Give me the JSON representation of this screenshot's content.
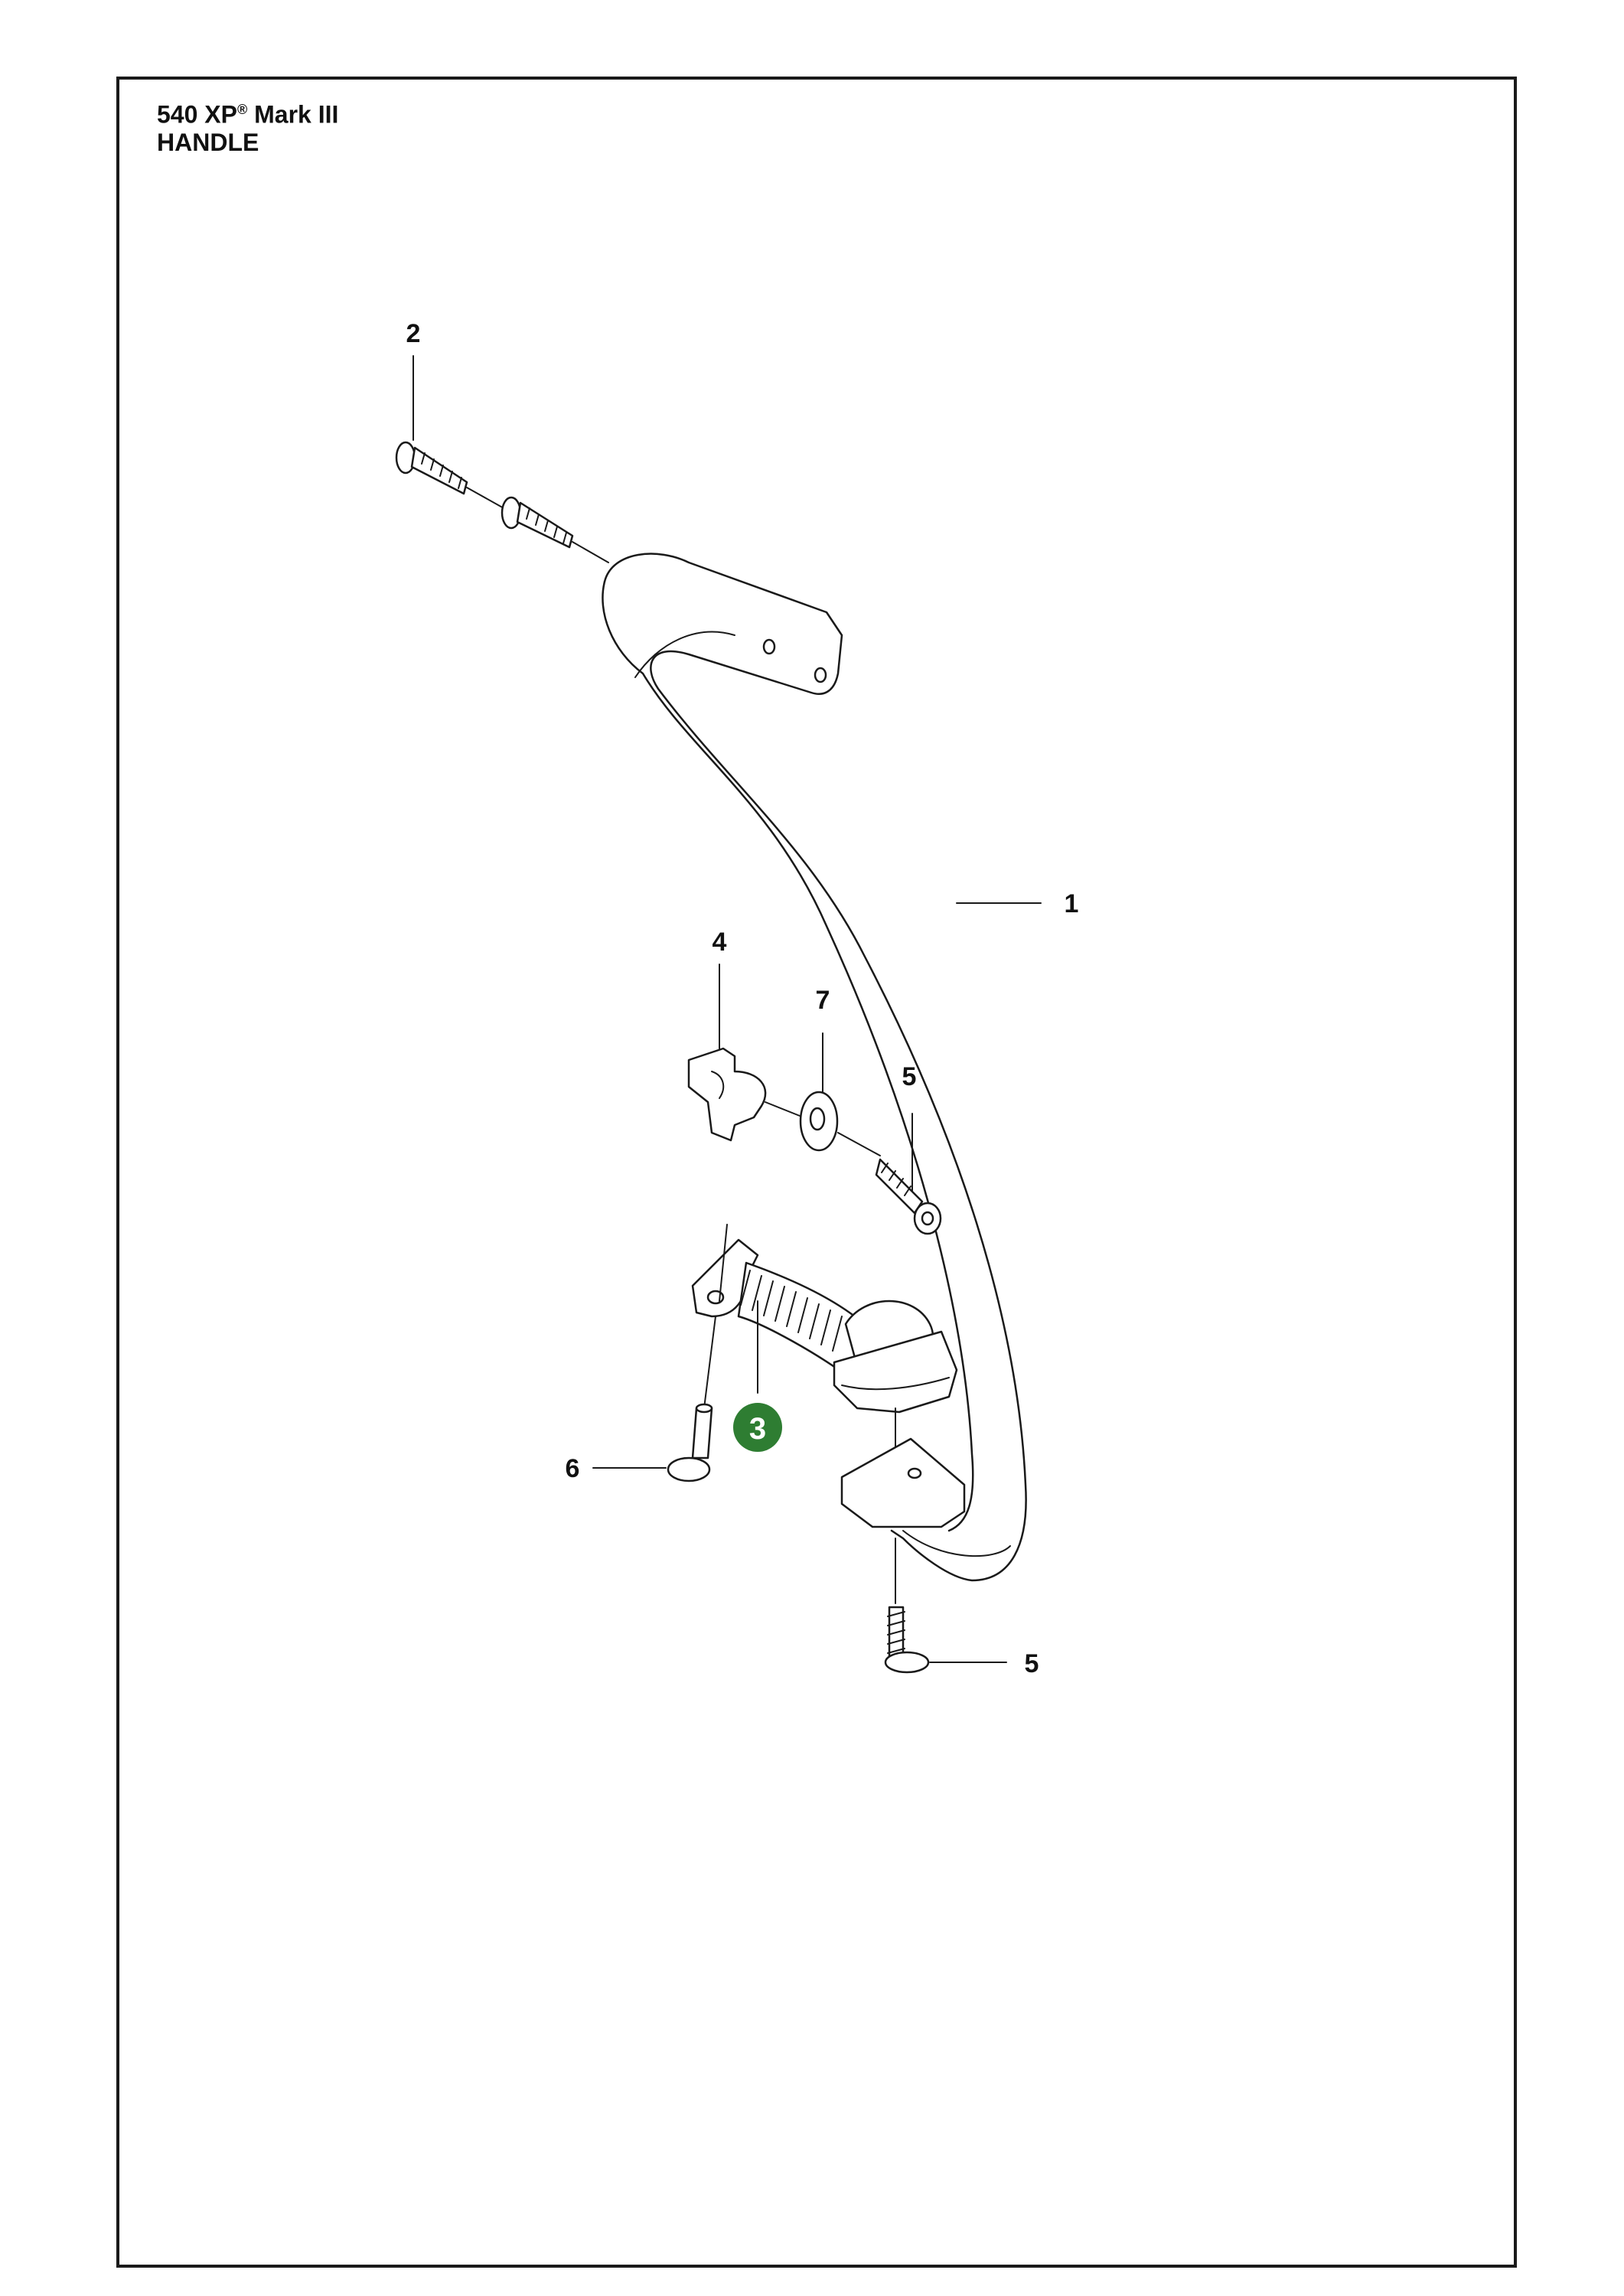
{
  "header": {
    "model": "540 XP",
    "model_mark": "®",
    "model_suffix": " Mark III",
    "section": "HANDLE"
  },
  "callouts": {
    "c1": "1",
    "c2": "2",
    "c3": "3",
    "c4": "4",
    "c5a": "5",
    "c5b": "5",
    "c6": "6",
    "c7": "7"
  },
  "colors": {
    "highlight": "#2e7d32",
    "line": "#1a1a1a"
  }
}
